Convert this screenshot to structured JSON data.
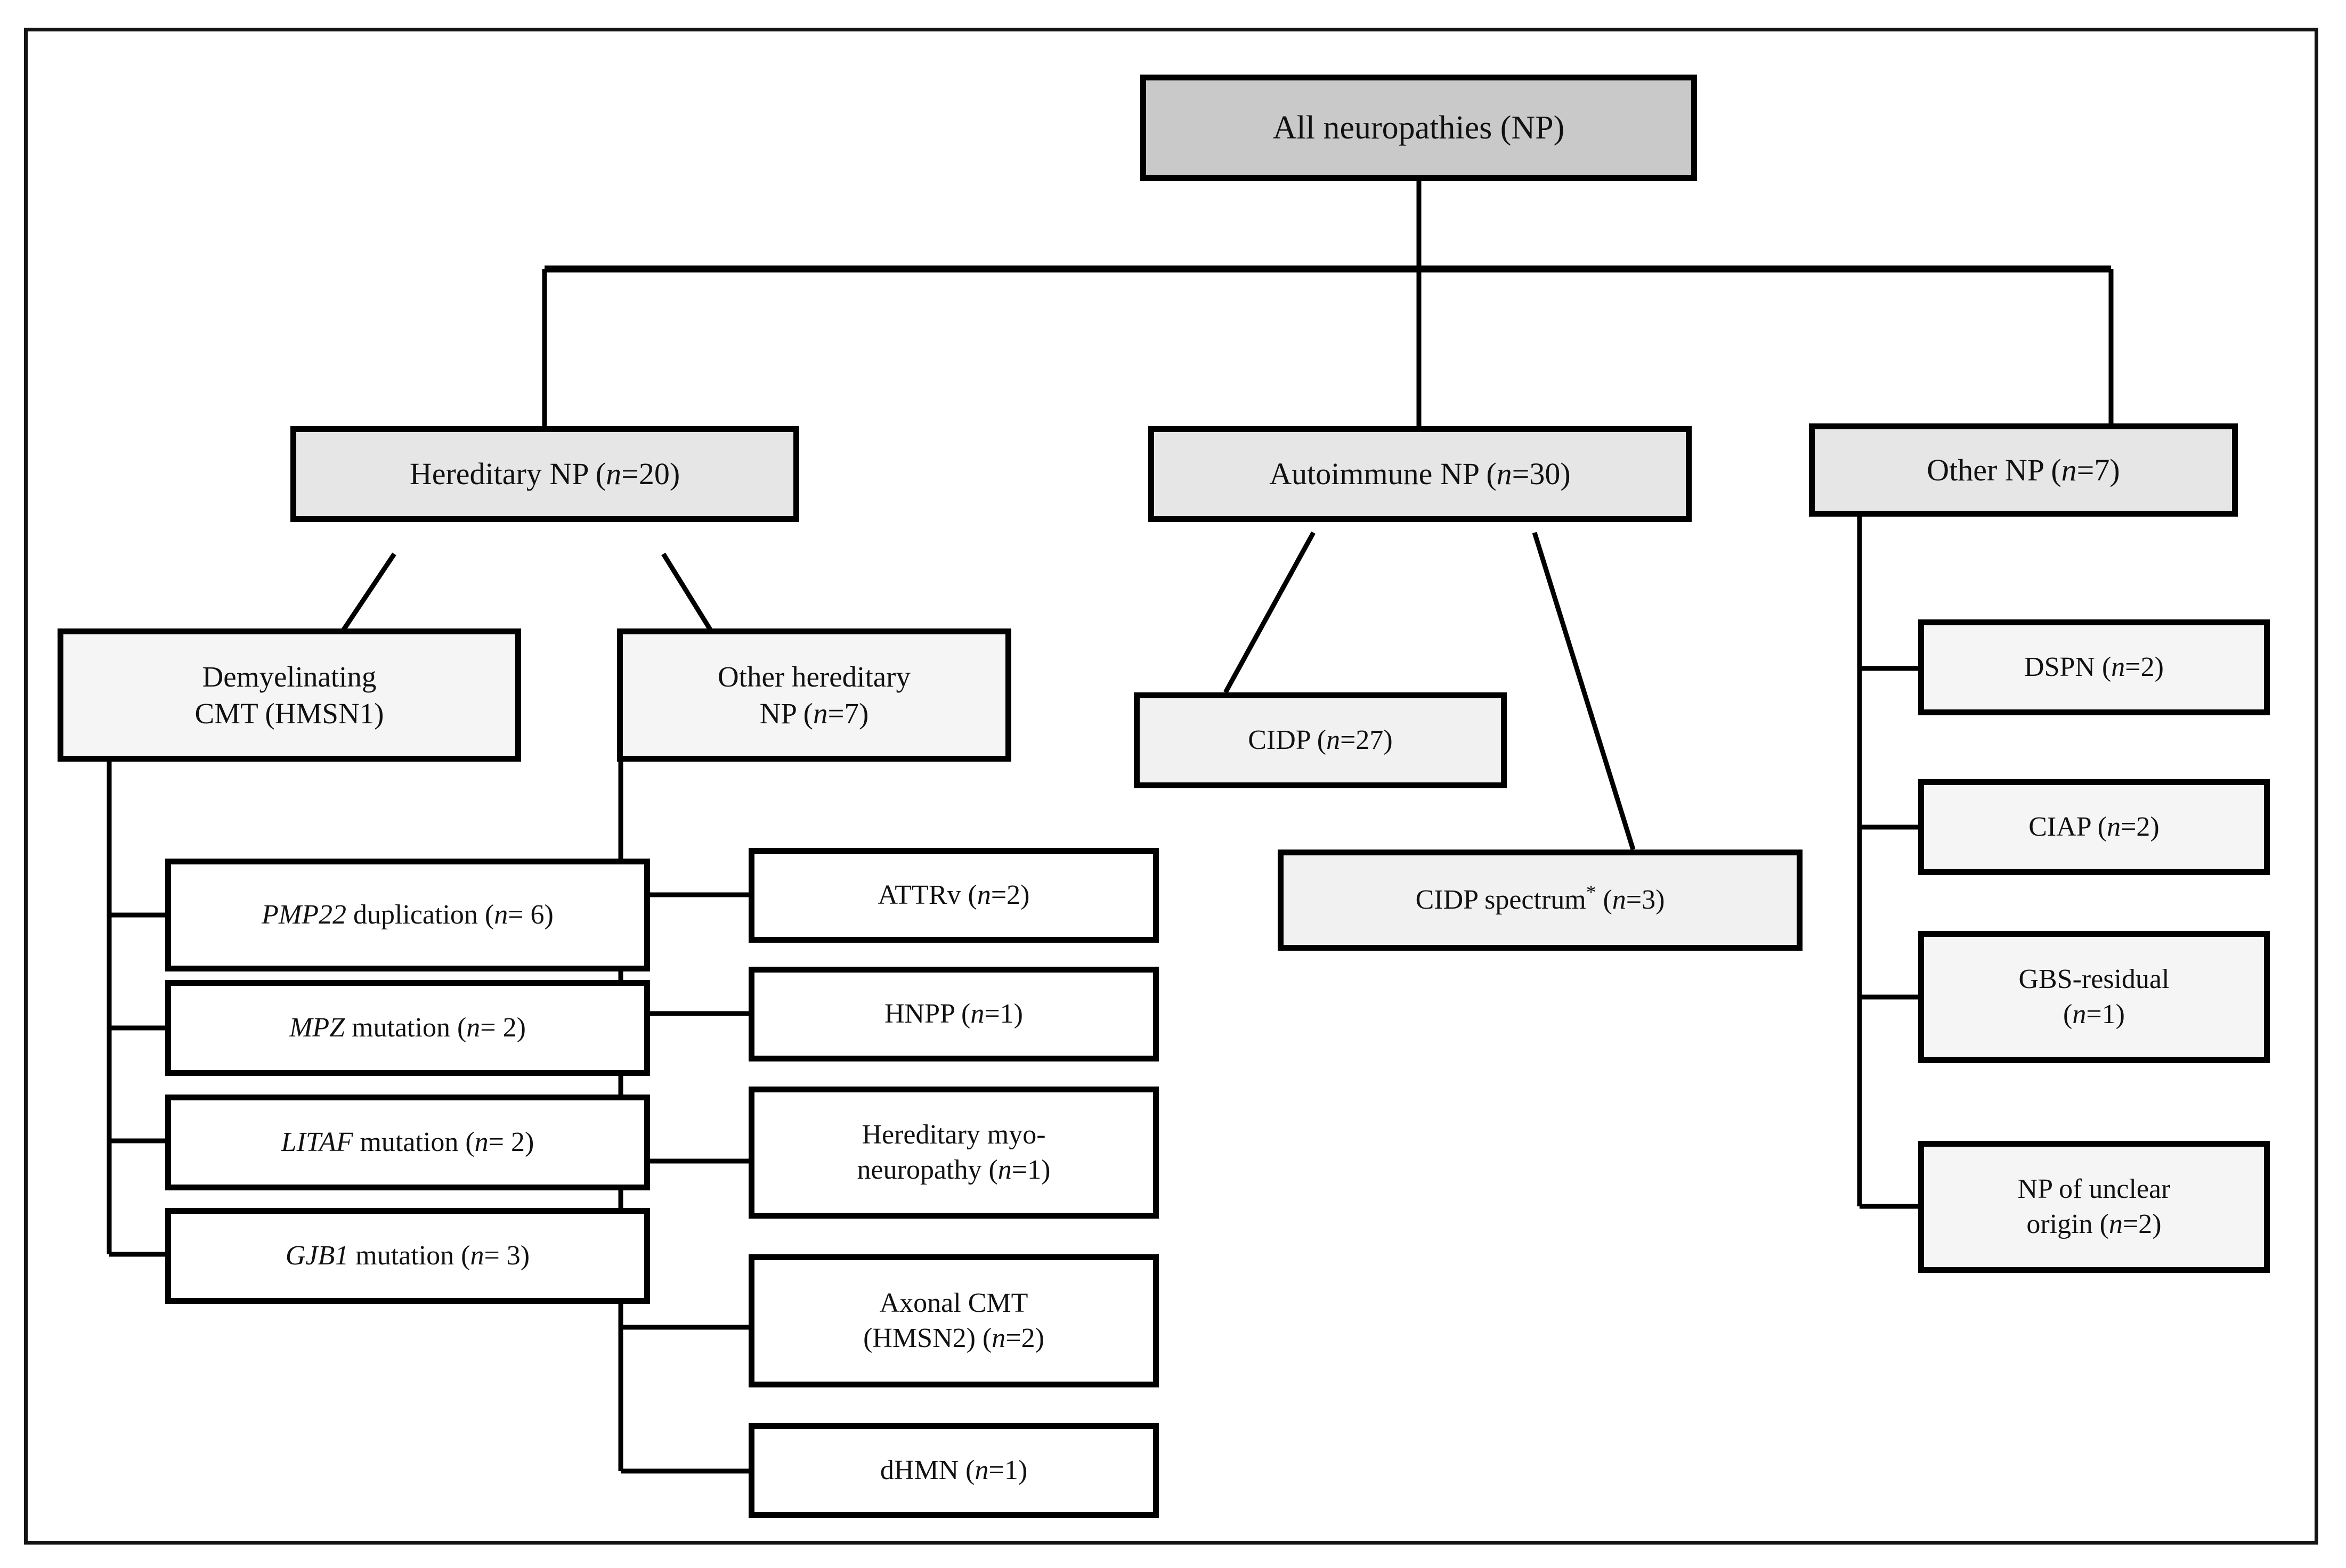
{
  "figure": {
    "type": "flowchart",
    "title": "All neuropathies (NP) classification tree",
    "colors": {
      "root_fill": "#c9c9c9",
      "level2_fill": "#e6e6e6",
      "branch_fill": "#f5f5f5",
      "leaf_fill": "#ffffff",
      "leaf_fill_alt": "#f1f1f1",
      "border": "#000000",
      "frame": "#141414",
      "background": "#ffffff"
    }
  },
  "nodes": {
    "root": {
      "label": "All neuropathies (NP)"
    },
    "hereditary": {
      "label_text": "Hereditary NP (",
      "n_italic": "n",
      "label_tail": "=20)"
    },
    "autoimmune": {
      "label_text": "Autoimmune NP (",
      "n_italic": "n",
      "label_tail": "=30)"
    },
    "other": {
      "label_text": "Other NP (",
      "n_italic": "n",
      "label_tail": "=7)"
    },
    "demyelinating": {
      "line1": "Demyelinating",
      "line2": "CMT (HMSN1)"
    },
    "other_hereditary": {
      "line1": "Other hereditary",
      "line2_text": "NP (",
      "n_italic": "n",
      "line2_tail": "=7)"
    },
    "pmp22": {
      "gene": "PMP22",
      "rest_text": " duplication (",
      "n_italic": "n",
      "rest_tail": "= 6)"
    },
    "mpz": {
      "gene": "MPZ",
      "rest_text": " mutation (",
      "n_italic": "n",
      "rest_tail": "= 2)"
    },
    "litaf": {
      "gene": "LITAF",
      "rest_text": " mutation (",
      "n_italic": "n",
      "rest_tail": "= 2)"
    },
    "gjb1": {
      "gene": "GJB1",
      "rest_text": " mutation (",
      "n_italic": "n",
      "rest_tail": "= 3)"
    },
    "attrv": {
      "label_text": "ATTRv (",
      "n_italic": "n",
      "label_tail": "=2)"
    },
    "hnpp": {
      "label_text": "HNPP (",
      "n_italic": "n",
      "label_tail": "=1)"
    },
    "myoneuropathy": {
      "line1": "Hereditary myo-",
      "line2_text": "neuropathy (",
      "n_italic": "n",
      "line2_tail": "=1)"
    },
    "axonal_cmt": {
      "line1": "Axonal CMT",
      "line2_text": "(HMSN2) (",
      "n_italic": "n",
      "line2_tail": "=2)"
    },
    "dhmn": {
      "label_text": "dHMN (",
      "n_italic": "n",
      "label_tail": "=1)"
    },
    "cidp": {
      "label_text": "CIDP (",
      "n_italic": "n",
      "label_tail": "=27)"
    },
    "cidp_spectrum": {
      "label_text": "CIDP spectrum",
      "asterisk": "*",
      "label_mid": " (",
      "n_italic": "n",
      "label_tail": "=3)"
    },
    "dspn": {
      "label_text": "DSPN (",
      "n_italic": "n",
      "label_tail": "=2)"
    },
    "ciap": {
      "label_text": "CIAP (",
      "n_italic": "n",
      "label_tail": "=2)"
    },
    "gbs": {
      "line1": "GBS-residual",
      "line2_text": "(",
      "n_italic": "n",
      "line2_tail": "=1)"
    },
    "unclear": {
      "line1": "NP of unclear",
      "line2_text": "origin (",
      "n_italic": "n",
      "line2_tail": "=2)"
    }
  },
  "chart_data": {
    "type": "tree",
    "counts": {
      "All neuropathies (NP)": null,
      "Hereditary NP": 20,
      "Autoimmune NP": 30,
      "Other NP": 7,
      "Demyelinating CMT (HMSN1)": null,
      "Other hereditary NP": 7,
      "PMP22 duplication": 6,
      "MPZ mutation": 2,
      "LITAF mutation": 2,
      "GJB1 mutation": 3,
      "ATTRv": 2,
      "HNPP": 1,
      "Hereditary myo-neuropathy": 1,
      "Axonal CMT (HMSN2)": 2,
      "dHMN": 1,
      "CIDP": 27,
      "CIDP spectrum*": 3,
      "DSPN": 2,
      "CIAP": 2,
      "GBS-residual": 1,
      "NP of unclear origin": 2
    },
    "edges": [
      [
        "All neuropathies (NP)",
        "Hereditary NP"
      ],
      [
        "All neuropathies (NP)",
        "Autoimmune NP"
      ],
      [
        "All neuropathies (NP)",
        "Other NP"
      ],
      [
        "Hereditary NP",
        "Demyelinating CMT (HMSN1)"
      ],
      [
        "Hereditary NP",
        "Other hereditary NP"
      ],
      [
        "Demyelinating CMT (HMSN1)",
        "PMP22 duplication"
      ],
      [
        "Demyelinating CMT (HMSN1)",
        "MPZ mutation"
      ],
      [
        "Demyelinating CMT (HMSN1)",
        "LITAF mutation"
      ],
      [
        "Demyelinating CMT (HMSN1)",
        "GJB1 mutation"
      ],
      [
        "Other hereditary NP",
        "ATTRv"
      ],
      [
        "Other hereditary NP",
        "HNPP"
      ],
      [
        "Other hereditary NP",
        "Hereditary myo-neuropathy"
      ],
      [
        "Other hereditary NP",
        "Axonal CMT (HMSN2)"
      ],
      [
        "Other hereditary NP",
        "dHMN"
      ],
      [
        "Autoimmune NP",
        "CIDP"
      ],
      [
        "Autoimmune NP",
        "CIDP spectrum*"
      ],
      [
        "Other NP",
        "DSPN"
      ],
      [
        "Other NP",
        "CIAP"
      ],
      [
        "Other NP",
        "GBS-residual"
      ],
      [
        "Other NP",
        "NP of unclear origin"
      ]
    ]
  }
}
